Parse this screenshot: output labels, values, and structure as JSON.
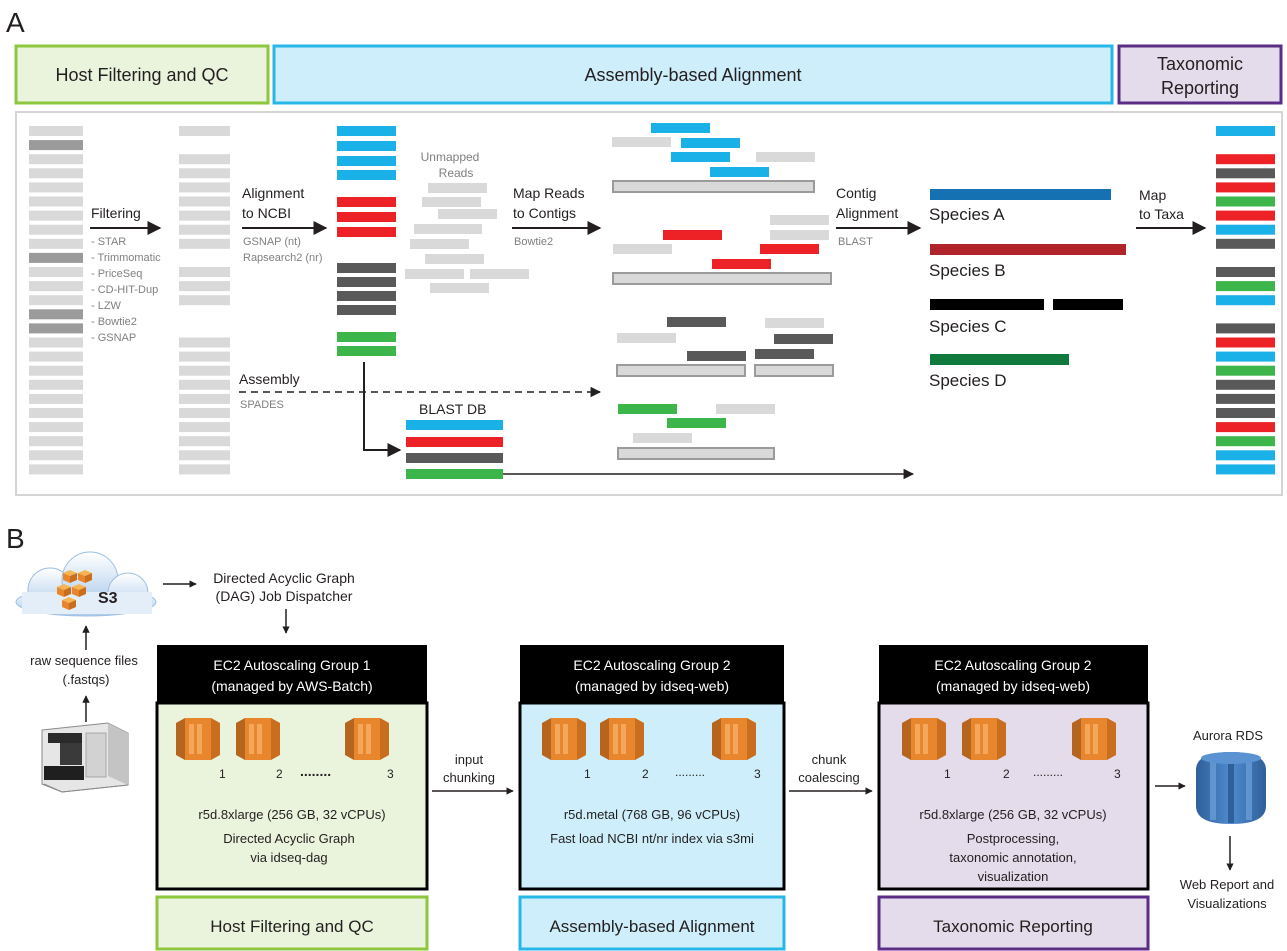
{
  "panel_a": {
    "label": "A",
    "headers": {
      "host": "Host Filtering and QC",
      "assembly": "Assembly-based Alignment",
      "tax1": "Taxonomic",
      "tax2": "Reporting"
    },
    "filtering": {
      "title": "Filtering",
      "tools": [
        "- STAR",
        "- Trimmomatic",
        "- PriceSeq",
        "- CD-HIT-Dup",
        "- LZW",
        "- Bowtie2",
        "- GSNAP"
      ]
    },
    "alignment": {
      "title1": "Alignment",
      "title2": "to NCBI",
      "tool1": "GSNAP (nt)",
      "tool2": "Rapsearch2 (nr)"
    },
    "unmapped": {
      "line1": "Unmapped",
      "line2": "Reads"
    },
    "map_reads": {
      "line1": "Map Reads",
      "line2": "to Contigs",
      "tool": "Bowtie2"
    },
    "assembly_step": {
      "title": "Assembly",
      "tool": "SPADES"
    },
    "blast_db": "BLAST DB",
    "contig": {
      "line1": "Contig",
      "line2": "Alignment",
      "tool": "BLAST"
    },
    "species": [
      "Species A",
      "Species B",
      "Species C",
      "Species D"
    ],
    "map_taxa": {
      "line1": "Map",
      "line2": "to Taxa"
    }
  },
  "panel_b": {
    "label": "B",
    "s3": "S3",
    "dag": {
      "line1": "Directed Acyclic Graph",
      "line2": "(DAG) Job Dispatcher"
    },
    "raw": {
      "line1": "raw sequence files",
      "line2": "(.fastqs)"
    },
    "groups": [
      {
        "title1": "EC2 Autoscaling Group 1",
        "title2": "(managed by AWS-Batch)",
        "instance": "r5d.8xlarge (256 GB, 32 vCPUs)",
        "desc1": "Directed Acyclic Graph",
        "desc2": "via idseq-dag",
        "desc3": "",
        "footer": "Host Filtering and QC",
        "dots": "........"
      },
      {
        "title1": "EC2 Autoscaling Group 2",
        "title2": "(managed by idseq-web)",
        "instance": "r5d.metal (768 GB, 96 vCPUs)",
        "desc1": "Fast load NCBI nt/nr index via s3mi",
        "desc2": "",
        "desc3": "",
        "footer": "Assembly-based Alignment",
        "dots": "........."
      },
      {
        "title1": "EC2 Autoscaling Group 2",
        "title2": "(managed by idseq-web)",
        "instance": "r5d.8xlarge (256 GB, 32 vCPUs)",
        "desc1": "Postprocessing,",
        "desc2": "taxonomic annotation,",
        "desc3": "visualization",
        "footer": "Taxonomic Reporting",
        "dots": "........."
      }
    ],
    "instance_nums": [
      "1",
      "2",
      "3"
    ],
    "input_chunking": {
      "line1": "input",
      "line2": "chunking"
    },
    "chunk_coalescing": {
      "line1": "chunk",
      "line2": "coalescing"
    },
    "aurora": "Aurora RDS",
    "web": {
      "line1": "Web Report and",
      "line2": "Visualizations"
    }
  },
  "colors": {
    "green_fill": "#eaf3dc",
    "green_border": "#8dc63f",
    "blue_fill": "#cdeefa",
    "blue_border": "#27b6e8",
    "purple_fill": "#e4dcea",
    "purple_border": "#5b2d86",
    "read_gray": "#d9d9d9",
    "read_dark": "#595959",
    "read_mid": "#9b9b9b",
    "read_blue": "#1ab0e8",
    "read_red": "#ec2227",
    "read_green": "#3cb54a",
    "species_a": "#1571b2",
    "species_b": "#b0242a",
    "species_c": "#000000",
    "species_d": "#107a3d",
    "ec2_orange": "#e8862e"
  }
}
